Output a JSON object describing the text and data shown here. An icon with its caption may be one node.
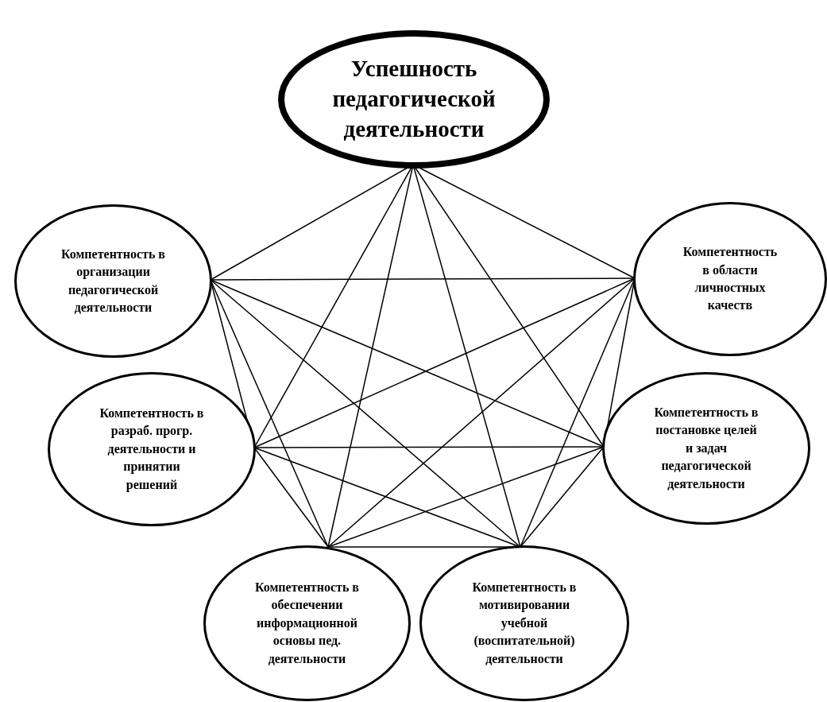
{
  "diagram": {
    "nodes": [
      {
        "text": [
          "Успешность педагогической деятельности"
        ]
      },
      {
        "text": [
          "Компетентность в организации педагогической деятельности"
        ]
      },
      {
        "text": [
          "Компетентность в области личностных качеств"
        ]
      },
      {
        "text": [
          "Компетентность в разраб. прогр. деятельности и принятии решений"
        ]
      },
      {
        "text": [
          "Компетентность в постановке целей и задач педагогической деятельности"
        ]
      },
      {
        "text": [
          "Компетентность в обеспечении информационной основы пед. деятельности"
        ]
      },
      {
        "text": [
          "Компетентность в мотивировании учебной (воспитательной) деятельности"
        ]
      }
    ],
    "edges": [
      {
        "from": 0,
        "to": 1,
        "arrow": "none"
      },
      {
        "from": 0,
        "to": 2,
        "arrow": "none"
      },
      {
        "from": 0,
        "to": 3,
        "arrow": "none"
      },
      {
        "from": 0,
        "to": 4,
        "arrow": "none"
      },
      {
        "from": 0,
        "to": 5,
        "arrow": "none"
      },
      {
        "from": 0,
        "to": 6,
        "arrow": "none"
      },
      {
        "from": 1,
        "to": 2,
        "arrow": "none"
      },
      {
        "from": 1,
        "to": 3,
        "arrow": "none"
      },
      {
        "from": 1,
        "to": 4,
        "arrow": "none"
      },
      {
        "from": 1,
        "to": 5,
        "arrow": "none"
      },
      {
        "from": 1,
        "to": 6,
        "arrow": "none"
      },
      {
        "from": 2,
        "to": 3,
        "arrow": "none"
      },
      {
        "from": 2,
        "to": 4,
        "arrow": "none"
      },
      {
        "from": 2,
        "to": 5,
        "arrow": "none"
      },
      {
        "from": 2,
        "to": 6,
        "arrow": "none"
      },
      {
        "from": 3,
        "to": 4,
        "arrow": "none"
      },
      {
        "from": 3,
        "to": 5,
        "arrow": "none"
      },
      {
        "from": 3,
        "to": 6,
        "arrow": "none"
      },
      {
        "from": 4,
        "to": 5,
        "arrow": "none"
      },
      {
        "from": 4,
        "to": 6,
        "arrow": "none"
      },
      {
        "from": 5,
        "to": 6,
        "arrow": "none"
      }
    ]
  }
}
